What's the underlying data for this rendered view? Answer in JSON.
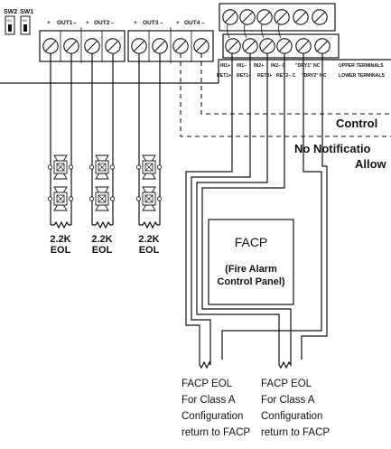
{
  "switches": {
    "sw2": "SW2",
    "sw1": "SW1",
    "on": "ON"
  },
  "outputs": [
    {
      "plus": "+",
      "name": "OUT1",
      "minus": "–"
    },
    {
      "plus": "+",
      "name": "OUT2",
      "minus": "–"
    },
    {
      "plus": "+",
      "name": "OUT3",
      "minus": "–"
    },
    {
      "plus": "+",
      "name": "OUT4",
      "minus": "–"
    }
  ],
  "terminals": {
    "upper_row": [
      "IN1+",
      "IN1–",
      "IN2+",
      "IN2– C",
      "\"DRY1\" NC"
    ],
    "lower_row": [
      "RET1+",
      "RET1–",
      "RET2+",
      "RET2– C",
      "\"DRY2\" NC"
    ],
    "upper_caption": "UPPER TERMINALS",
    "lower_caption": "LOWER TERMINALS"
  },
  "eol_labels": [
    {
      "value": "2.2K",
      "unit": "EOL"
    },
    {
      "value": "2.2K",
      "unit": "EOL"
    },
    {
      "value": "2.2K",
      "unit": "EOL"
    }
  ],
  "notes": {
    "control": "Control",
    "no_notification": "No Notificatio",
    "allow": "Allow"
  },
  "facp": {
    "title": "FACP",
    "subtitle_line1": "(Fire Alarm",
    "subtitle_line2": "Control Panel)"
  },
  "facp_eol_notes": [
    {
      "line1": "FACP EOL",
      "line2": "For Class A",
      "line3": "Configuration",
      "line4": "return to FACP"
    },
    {
      "line1": "FACP EOL",
      "line2": "For Class A",
      "line3": "Configuration",
      "line4": "return to FACP"
    }
  ]
}
